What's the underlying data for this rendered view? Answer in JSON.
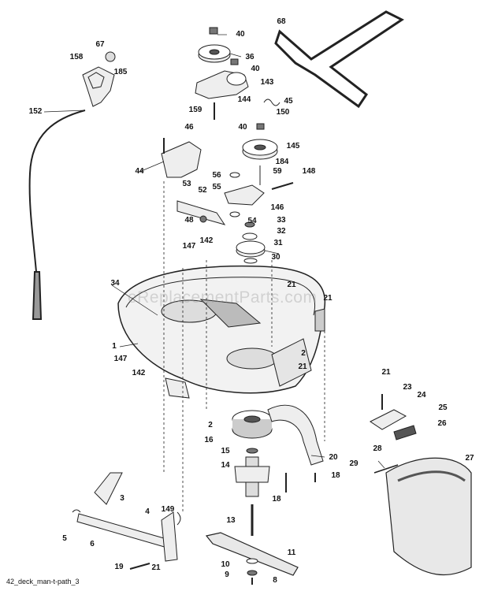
{
  "diagram": {
    "footer_code": "42_deck_man-t-path_3",
    "watermark": "eReplacementParts.com",
    "labels": {
      "l67": "67",
      "l158": "158",
      "l185": "185",
      "l152": "152",
      "l40a": "40",
      "l36": "36",
      "l40b": "40",
      "l143": "143",
      "l144": "144",
      "l159": "159",
      "l45": "45",
      "l150": "150",
      "l40c": "40",
      "l68": "68",
      "l46": "46",
      "l44": "44",
      "l145": "145",
      "l184": "184",
      "l59": "59",
      "l148": "148",
      "l56": "56",
      "l53": "53",
      "l52": "52",
      "l55": "55",
      "l146": "146",
      "l48": "48",
      "l54": "54",
      "l33": "33",
      "l32": "32",
      "l142a": "142",
      "l147a": "147",
      "l31": "31",
      "l30": "30",
      "l34": "34",
      "l21a": "21",
      "l21b": "21",
      "l1": "1",
      "l147b": "147",
      "l2a": "2",
      "l21c": "21",
      "l142b": "142",
      "l21d": "21",
      "l23": "23",
      "l24": "24",
      "l2b": "2",
      "l25": "25",
      "l16": "16",
      "l26": "26",
      "l27": "27",
      "l15": "15",
      "l28": "28",
      "l20": "20",
      "l29": "29",
      "l14": "14",
      "l18a": "18",
      "l18b": "18",
      "l3": "3",
      "l4": "4",
      "l149": "149",
      "l13": "13",
      "l5": "5",
      "l6": "6",
      "l11": "11",
      "l19": "19",
      "l21e": "21",
      "l10": "10",
      "l9": "9",
      "l8": "8"
    }
  }
}
